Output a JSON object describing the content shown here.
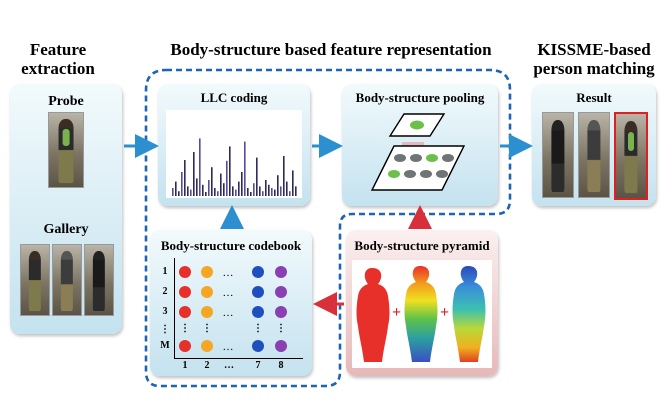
{
  "headings": {
    "feature_extraction": "Feature extraction",
    "body_structure_representation": "Body-structure based feature representation",
    "kissme_matching": "KISSME-based person matching"
  },
  "panels": {
    "feature": {
      "probe_label": "Probe",
      "gallery_label": "Gallery"
    },
    "llc": {
      "title": "LLC coding",
      "bar_values": [
        0.1,
        0.18,
        0.06,
        0.3,
        0.45,
        0.12,
        0.08,
        0.55,
        0.22,
        0.72,
        0.14,
        0.05,
        0.2,
        0.36,
        0.1,
        0.06,
        0.28,
        0.16,
        0.44,
        0.62,
        0.12,
        0.08,
        0.18,
        0.3,
        0.68,
        0.1,
        0.05,
        0.16,
        0.48,
        0.12,
        0.06,
        0.2,
        0.14,
        0.1,
        0.08,
        0.26,
        0.12,
        0.5,
        0.18,
        0.06,
        0.32,
        0.12
      ]
    },
    "pooling": {
      "title": "Body-structure pooling"
    },
    "result": {
      "title": "Result"
    },
    "codebook": {
      "title": "Body-structure codebook",
      "row_labels": [
        "1",
        "2",
        "3",
        "⋮",
        "M"
      ],
      "col_labels": [
        "1",
        "2",
        "…",
        "7",
        "8"
      ],
      "colors": [
        "#e8302a",
        "#f5a623",
        "#1f4fbf",
        "#8a3fb3"
      ]
    },
    "pyramid": {
      "title": "Body-structure pyramid",
      "plus": "+"
    }
  },
  "colors": {
    "arrow_blue": "#2b8fd0",
    "arrow_red": "#d8303a",
    "dash_blue": "#1e64b4",
    "pooling_green": "#6cc04a",
    "pooling_gray": "#6f7577",
    "result_highlight": "#e02020"
  }
}
